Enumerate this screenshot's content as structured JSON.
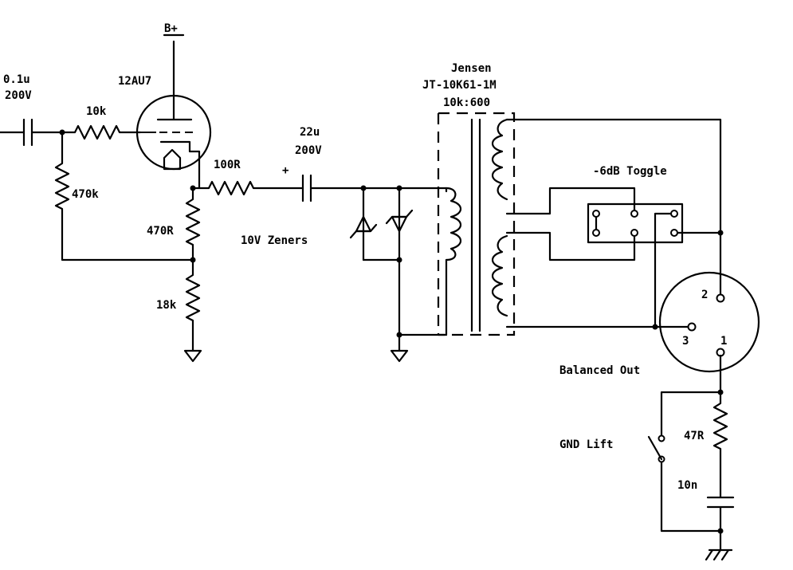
{
  "colors": {
    "ink": "#000000",
    "background": "#ffffff"
  },
  "labels": {
    "input_cap_value": "0.1u",
    "input_cap_voltage": "200V",
    "grid_resistor": "10k",
    "grid_leak": "470k",
    "tube": "12AU7",
    "supply": "B+",
    "cathode_resistor": "470R",
    "cathode_bias": "18k",
    "series_resistor": "100R",
    "coupling_cap_value": "22u",
    "coupling_cap_voltage": "200V",
    "coupling_cap_polarity": "+",
    "zeners": "10V Zeners",
    "transformer_maker": "Jensen",
    "transformer_model": "JT-10K61-1M",
    "transformer_ratio": "10k:600",
    "toggle": "-6dB Toggle",
    "xlr_pin2": "2",
    "xlr_pin3": "3",
    "xlr_pin1": "1",
    "balanced_out": "Balanced Out",
    "gnd_lift": "GND Lift",
    "lift_resistor": "47R",
    "lift_cap": "10n"
  }
}
